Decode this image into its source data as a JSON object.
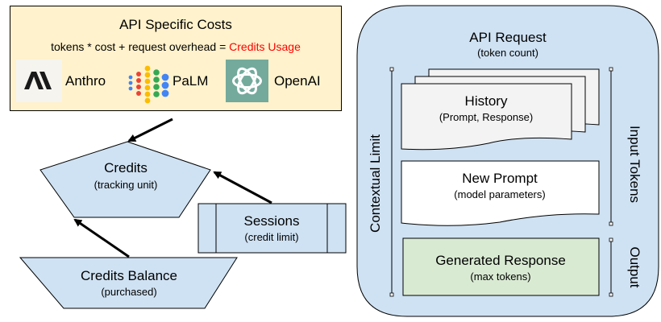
{
  "cost_box": {
    "title": "API Specific Costs",
    "formula_prefix": "tokens * cost + request overhead = ",
    "formula_result": "Credits Usage",
    "formula_result_color": "#ff0000",
    "background": "#fff2cc",
    "providers": [
      {
        "name": "Anthro",
        "icon": "anthropic-logo-icon"
      },
      {
        "name": "PaLM",
        "icon": "palm-logo-icon"
      },
      {
        "name": "OpenAI",
        "icon": "openai-logo-icon"
      }
    ]
  },
  "credits": {
    "title": "Credits",
    "subtitle": "(tracking unit)"
  },
  "sessions": {
    "title": "Sessions",
    "subtitle": "(credit limit)"
  },
  "credits_balance": {
    "title": "Credits Balance",
    "subtitle": "(purchased)"
  },
  "api_request": {
    "title": "API Request",
    "subtitle": "(token count)",
    "history": {
      "title": "History",
      "subtitle": "(Prompt, Response)"
    },
    "new_prompt": {
      "title": "New Prompt",
      "subtitle": "(model parameters)"
    },
    "generated_response": {
      "title": "Generated Response",
      "subtitle": "(max tokens)"
    },
    "contextual_limit_label": "Contextual Limit",
    "input_tokens_label": "Input Tokens",
    "output_label": "Output"
  },
  "colors": {
    "shape_blue": "#cfe2f3",
    "history_gray": "#f3f3f3",
    "response_green": "#d9ead3",
    "openai_teal": "#74aa9c"
  }
}
